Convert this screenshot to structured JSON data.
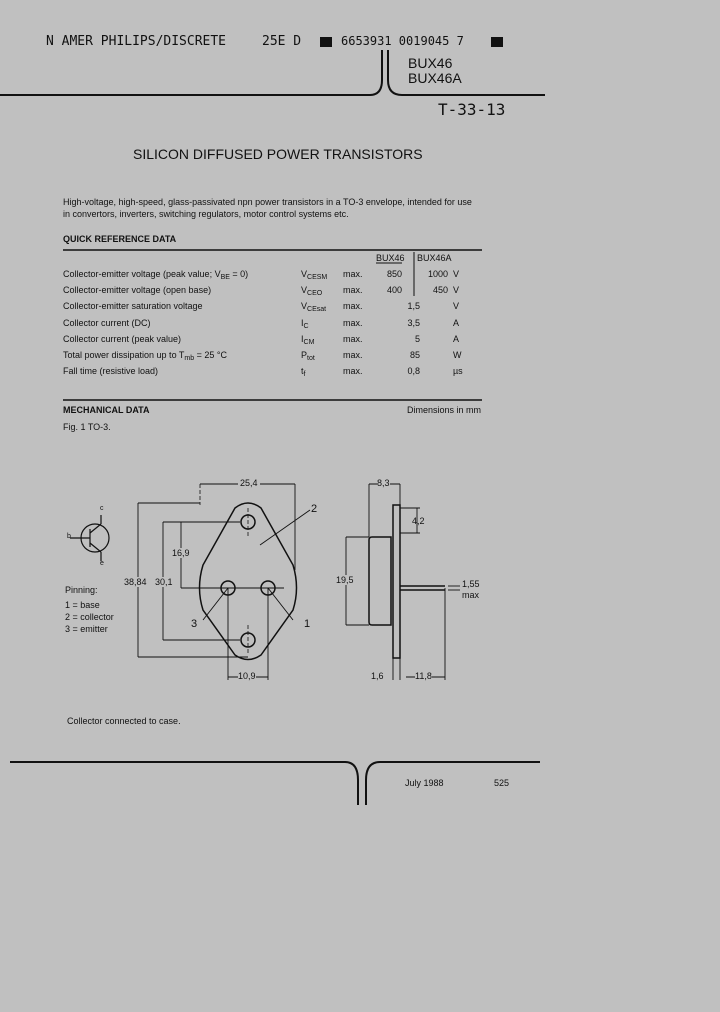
{
  "header": {
    "company_code": "N AMER PHILIPS/DISCRETE",
    "code1": "25E D",
    "code2": "6653931 0019045 7",
    "part_numbers": [
      "BUX46",
      "BUX46A"
    ],
    "handwritten_ref": "T-33-13"
  },
  "title": "SILICON DIFFUSED POWER TRANSISTORS",
  "description": [
    "High-voltage, high-speed, glass-passivated npn power transistors in a TO-3 envelope, intended for use",
    "in convertors, inverters, switching regulators, motor control systems etc."
  ],
  "quick_reference": {
    "heading": "QUICK REFERENCE DATA",
    "columns": [
      "BUX46",
      "BUX46A"
    ],
    "rows": [
      {
        "param": "Collector-emitter voltage (peak value; V",
        "param_sub": "BE",
        "param_tail": " = 0)",
        "sym": "V",
        "sym_sub": "CESM",
        "lim": "max.",
        "v1": "850",
        "v2": "1000",
        "unit": "V"
      },
      {
        "param": "Collector-emitter voltage (open base)",
        "sym": "V",
        "sym_sub": "CEO",
        "lim": "max.",
        "v1": "400",
        "v2": "450",
        "unit": "V"
      },
      {
        "param": "Collector-emitter saturation voltage",
        "sym": "V",
        "sym_sub": "CEsat",
        "lim": "max.",
        "v": "1,5",
        "unit": "V"
      },
      {
        "param": "Collector current (DC)",
        "sym": "I",
        "sym_sub": "C",
        "lim": "max.",
        "v": "3,5",
        "unit": "A"
      },
      {
        "param": "Collector current (peak value)",
        "sym": "I",
        "sym_sub": "CM",
        "lim": "max.",
        "v": "5",
        "unit": "A"
      },
      {
        "param": "Total power dissipation up to T",
        "param_sub": "mb",
        "param_tail": " = 25 °C",
        "sym": "P",
        "sym_sub": "tot",
        "lim": "max.",
        "v": "85",
        "unit": "W"
      },
      {
        "param": "Fall time (resistive load)",
        "sym": "t",
        "sym_sub": "f",
        "lim": "max.",
        "v": "0,8",
        "unit": "µs"
      }
    ]
  },
  "mechanical": {
    "heading": "MECHANICAL DATA",
    "units_note": "Dimensions in mm",
    "figure": "Fig. 1  TO-3.",
    "symbol_labels": {
      "c": "c",
      "b": "b",
      "e": "e"
    },
    "pinning_title": "Pinning:",
    "pinning": [
      "1 = base",
      "2 = collector",
      "3 = emitter"
    ],
    "dims": {
      "width": "25,4",
      "height": "38,84",
      "hole_spacing": "30,1",
      "pin_to_hole": "16,9",
      "pin_spacing": "10,9",
      "depth": "8,3",
      "flange": "4,2",
      "body": "19,5",
      "pin_dia": "1,55",
      "pin_dia_note": "max",
      "flange_thk": "1,6",
      "lead_len": "11,8"
    },
    "callouts": [
      "1",
      "2",
      "3"
    ],
    "note": "Collector connected to case."
  },
  "footer": {
    "date": "July 1988",
    "page": "525"
  }
}
